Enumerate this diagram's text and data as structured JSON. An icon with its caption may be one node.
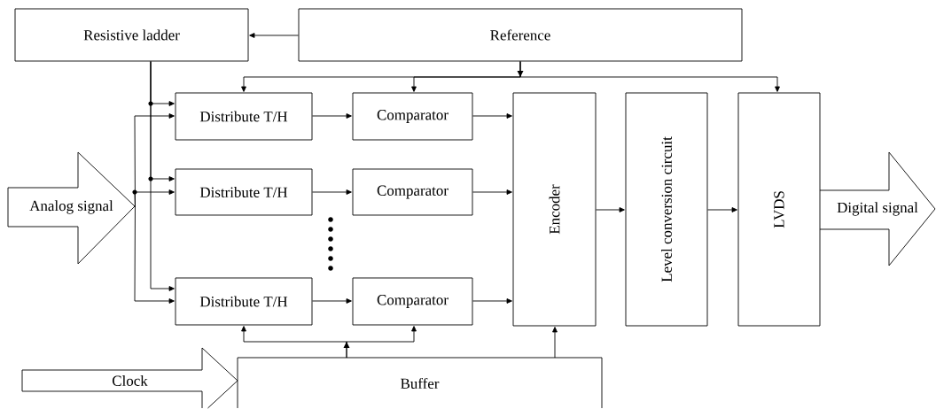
{
  "diagram": {
    "nodes": [
      {
        "text": [
          "Resistive ladder"
        ]
      },
      {
        "text": [
          "Reference"
        ]
      },
      {
        "text": [
          "Analog signal"
        ]
      },
      {
        "text": [
          "Distribute T/H"
        ]
      },
      {
        "text": [
          "Comparator"
        ]
      },
      {
        "text": [
          "Distribute T/H"
        ]
      },
      {
        "text": [
          "Comparator"
        ]
      },
      {
        "text": [
          "Distribute T/H"
        ]
      },
      {
        "text": [
          "Comparator"
        ]
      },
      {
        "text": [
          "Encoder"
        ]
      },
      {
        "text": [
          "Level conversion circuit"
        ]
      },
      {
        "text": [
          "LVDS"
        ]
      },
      {
        "text": [
          "Digital signal"
        ]
      },
      {
        "text": [
          "Clock"
        ]
      },
      {
        "text": [
          "Buffer"
        ]
      }
    ],
    "edges": [
      {
        "from": 1,
        "to": 0,
        "arrow": "to"
      },
      {
        "from": 1,
        "to": 3,
        "arrow": "to"
      },
      {
        "from": 1,
        "to": 4,
        "arrow": "to"
      },
      {
        "from": 1,
        "to": 11,
        "arrow": "to"
      },
      {
        "from": 0,
        "to": 3,
        "arrow": "to"
      },
      {
        "from": 0,
        "to": 5,
        "arrow": "to"
      },
      {
        "from": 0,
        "to": 7,
        "arrow": "to"
      },
      {
        "from": 2,
        "to": 3,
        "arrow": "to"
      },
      {
        "from": 2,
        "to": 5,
        "arrow": "to"
      },
      {
        "from": 2,
        "to": 7,
        "arrow": "to"
      },
      {
        "from": 3,
        "to": 4,
        "arrow": "to"
      },
      {
        "from": 5,
        "to": 6,
        "arrow": "to"
      },
      {
        "from": 7,
        "to": 8,
        "arrow": "to"
      },
      {
        "from": 4,
        "to": 9,
        "arrow": "to"
      },
      {
        "from": 6,
        "to": 9,
        "arrow": "to"
      },
      {
        "from": 8,
        "to": 9,
        "arrow": "to"
      },
      {
        "from": 9,
        "to": 10,
        "arrow": "to"
      },
      {
        "from": 10,
        "to": 11,
        "arrow": "to"
      },
      {
        "from": 14,
        "to": 7,
        "arrow": "to"
      },
      {
        "from": 14,
        "to": 8,
        "arrow": "to"
      },
      {
        "from": 14,
        "to": 9,
        "arrow": "to"
      }
    ]
  }
}
